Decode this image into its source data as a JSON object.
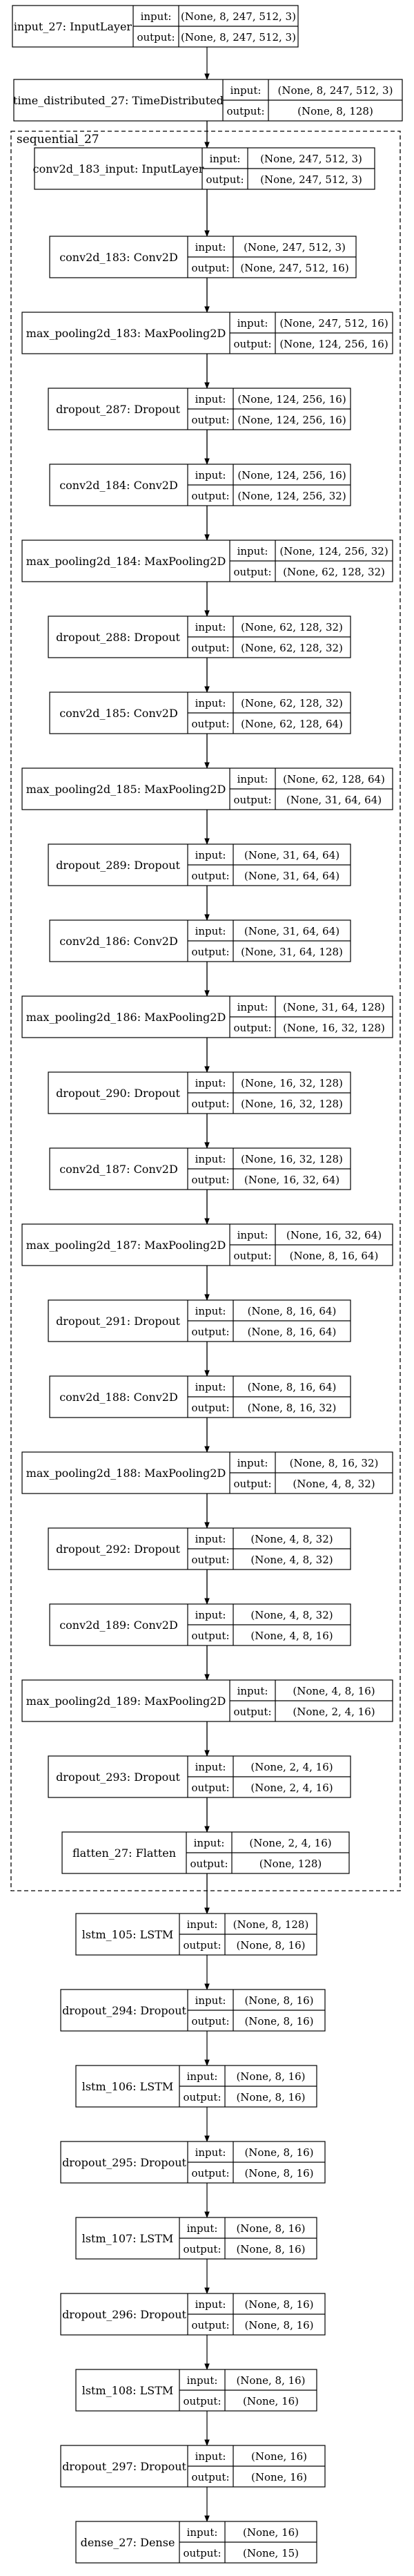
{
  "cluster": {
    "label": "sequential_27"
  },
  "nodes": [
    {
      "name": "input_27: InputLayer",
      "input": "(None, 8, 247, 512, 3)",
      "output": "(None, 8, 247, 512, 3)"
    },
    {
      "name": "time_distributed_27: TimeDistributed",
      "input": "(None, 8, 247, 512, 3)",
      "output": "(None, 8, 128)"
    },
    {
      "name": "conv2d_183_input: InputLayer",
      "input": "(None, 247, 512, 3)",
      "output": "(None, 247, 512, 3)"
    },
    {
      "name": "conv2d_183: Conv2D",
      "input": "(None, 247, 512, 3)",
      "output": "(None, 247, 512, 16)"
    },
    {
      "name": "max_pooling2d_183: MaxPooling2D",
      "input": "(None, 247, 512, 16)",
      "output": "(None, 124, 256, 16)"
    },
    {
      "name": "dropout_287: Dropout",
      "input": "(None, 124, 256, 16)",
      "output": "(None, 124, 256, 16)"
    },
    {
      "name": "conv2d_184: Conv2D",
      "input": "(None, 124, 256, 16)",
      "output": "(None, 124, 256, 32)"
    },
    {
      "name": "max_pooling2d_184: MaxPooling2D",
      "input": "(None, 124, 256, 32)",
      "output": "(None, 62, 128, 32)"
    },
    {
      "name": "dropout_288: Dropout",
      "input": "(None, 62, 128, 32)",
      "output": "(None, 62, 128, 32)"
    },
    {
      "name": "conv2d_185: Conv2D",
      "input": "(None, 62, 128, 32)",
      "output": "(None, 62, 128, 64)"
    },
    {
      "name": "max_pooling2d_185: MaxPooling2D",
      "input": "(None, 62, 128, 64)",
      "output": "(None, 31, 64, 64)"
    },
    {
      "name": "dropout_289: Dropout",
      "input": "(None, 31, 64, 64)",
      "output": "(None, 31, 64, 64)"
    },
    {
      "name": "conv2d_186: Conv2D",
      "input": "(None, 31, 64, 64)",
      "output": "(None, 31, 64, 128)"
    },
    {
      "name": "max_pooling2d_186: MaxPooling2D",
      "input": "(None, 31, 64, 128)",
      "output": "(None, 16, 32, 128)"
    },
    {
      "name": "dropout_290: Dropout",
      "input": "(None, 16, 32, 128)",
      "output": "(None, 16, 32, 128)"
    },
    {
      "name": "conv2d_187: Conv2D",
      "input": "(None, 16, 32, 128)",
      "output": "(None, 16, 32, 64)"
    },
    {
      "name": "max_pooling2d_187: MaxPooling2D",
      "input": "(None, 16, 32, 64)",
      "output": "(None, 8, 16, 64)"
    },
    {
      "name": "dropout_291: Dropout",
      "input": "(None, 8, 16, 64)",
      "output": "(None, 8, 16, 64)"
    },
    {
      "name": "conv2d_188: Conv2D",
      "input": "(None, 8, 16, 64)",
      "output": "(None, 8, 16, 32)"
    },
    {
      "name": "max_pooling2d_188: MaxPooling2D",
      "input": "(None, 8, 16, 32)",
      "output": "(None, 4, 8, 32)"
    },
    {
      "name": "dropout_292: Dropout",
      "input": "(None, 4, 8, 32)",
      "output": "(None, 4, 8, 32)"
    },
    {
      "name": "conv2d_189: Conv2D",
      "input": "(None, 4, 8, 32)",
      "output": "(None, 4, 8, 16)"
    },
    {
      "name": "max_pooling2d_189: MaxPooling2D",
      "input": "(None, 4, 8, 16)",
      "output": "(None, 2, 4, 16)"
    },
    {
      "name": "dropout_293: Dropout",
      "input": "(None, 2, 4, 16)",
      "output": "(None, 2, 4, 16)"
    },
    {
      "name": "flatten_27: Flatten",
      "input": "(None, 2, 4, 16)",
      "output": "(None, 128)"
    },
    {
      "name": "lstm_105: LSTM",
      "input": "(None, 8, 128)",
      "output": "(None, 8, 16)"
    },
    {
      "name": "dropout_294: Dropout",
      "input": "(None, 8, 16)",
      "output": "(None, 8, 16)"
    },
    {
      "name": "lstm_106: LSTM",
      "input": "(None, 8, 16)",
      "output": "(None, 8, 16)"
    },
    {
      "name": "dropout_295: Dropout",
      "input": "(None, 8, 16)",
      "output": "(None, 8, 16)"
    },
    {
      "name": "lstm_107: LSTM",
      "input": "(None, 8, 16)",
      "output": "(None, 8, 16)"
    },
    {
      "name": "dropout_296: Dropout",
      "input": "(None, 8, 16)",
      "output": "(None, 8, 16)"
    },
    {
      "name": "lstm_108: LSTM",
      "input": "(None, 8, 16)",
      "output": "(None, 16)"
    },
    {
      "name": "dropout_297: Dropout",
      "input": "(None, 16)",
      "output": "(None, 16)"
    },
    {
      "name": "dense_27: Dense",
      "input": "(None, 16)",
      "output": "(None, 15)"
    }
  ],
  "port_labels": {
    "input": "input:",
    "output": "output:"
  }
}
